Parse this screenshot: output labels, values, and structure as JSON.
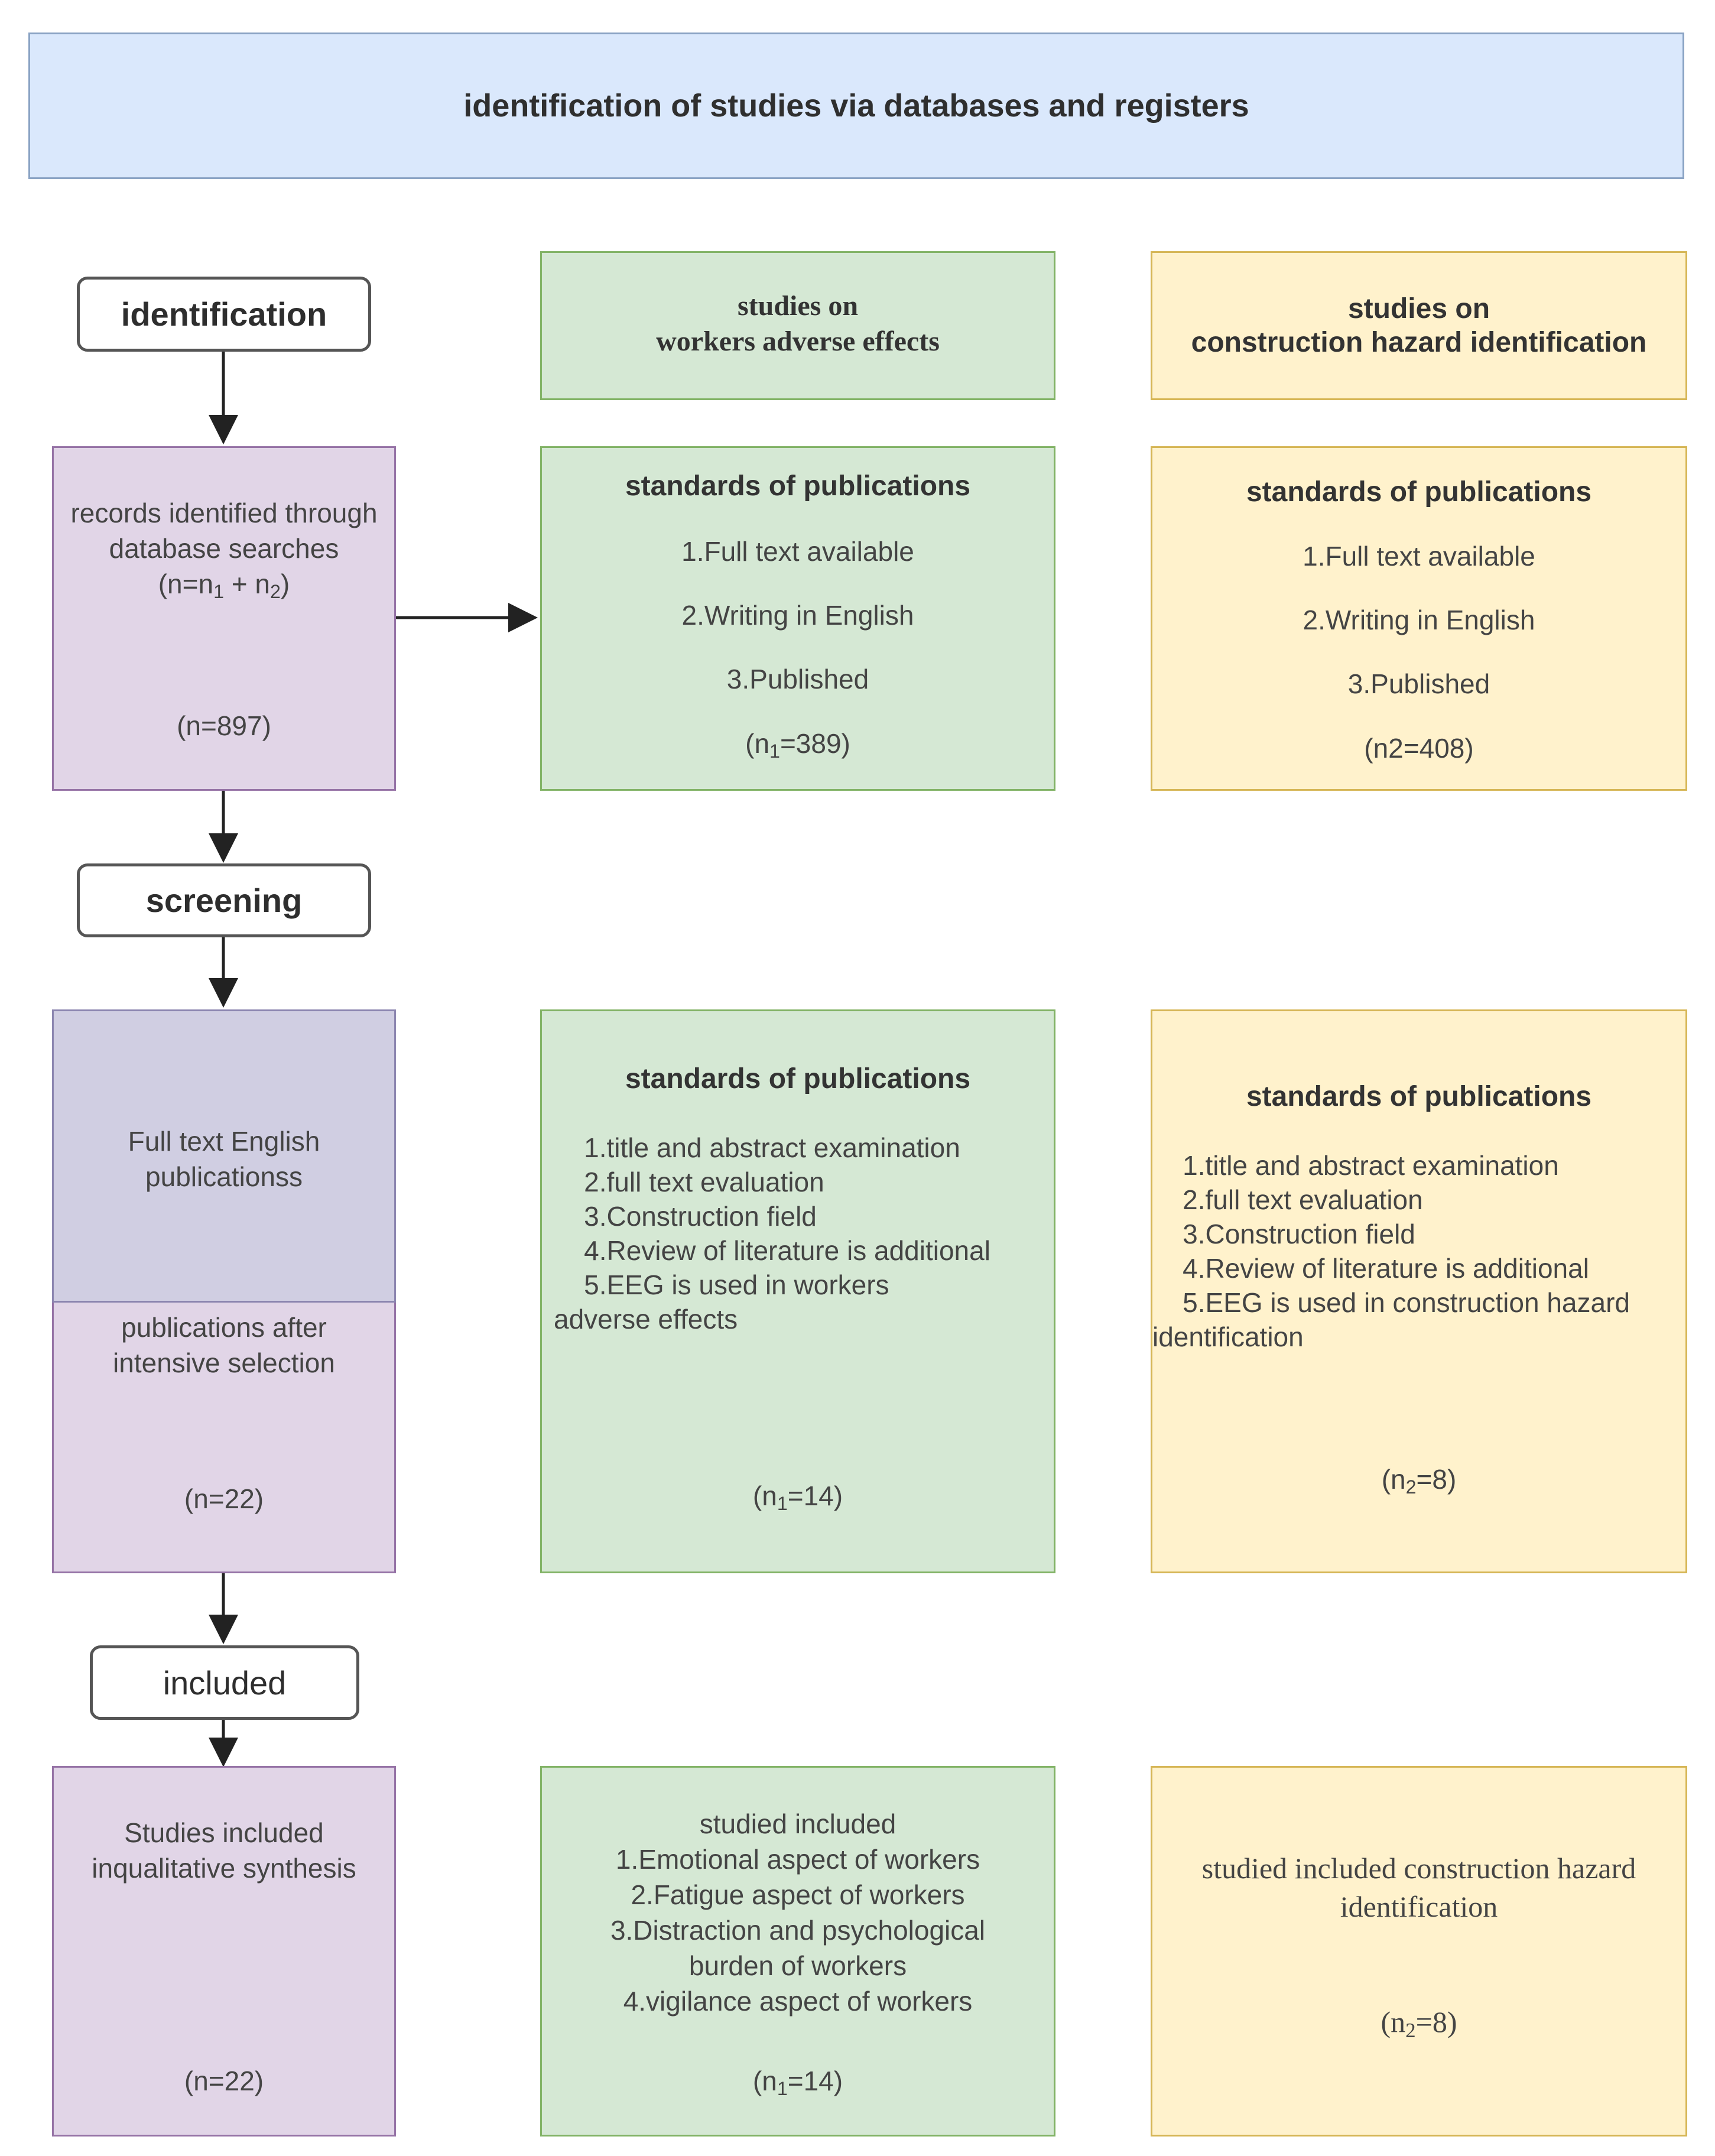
{
  "banner": {
    "title": "identification of studies via databases and registers"
  },
  "stages": {
    "identification": "identification",
    "screening": "screening",
    "included": "included"
  },
  "left": {
    "records": {
      "line1": "records identified through",
      "line2": "database searches",
      "formula_prefix": "(n=n",
      "formula_sub1": "1",
      "formula_mid": " + n",
      "formula_sub2": "2",
      "formula_suffix": ")",
      "count": "(n=897)"
    },
    "fulltext": {
      "line1": "Full text English",
      "line2": "publicationss"
    },
    "after": {
      "line1": "publications after",
      "line2": "intensive selection",
      "count": "(n=22)"
    },
    "synthesis": {
      "line1": "Studies included",
      "line2": "inqualitative synthesis",
      "count": "(n=22)"
    }
  },
  "green": {
    "header": {
      "line1": "studies on",
      "line2": "workers adverse effects"
    },
    "standards1": {
      "title": "standards of publications",
      "items": [
        "1.Full text available",
        "2.Writing in English",
        "3.Published"
      ],
      "count_prefix": "(n",
      "count_sub": "1",
      "count_suffix": "=389)"
    },
    "standards2": {
      "title": "standards of publications",
      "lines": [
        "    1.title and abstract examination",
        "    2.full text evaluation",
        "    3.Construction field",
        "    4.Review of literature is additional",
        "    5.EEG is used in workers",
        "adverse effects"
      ],
      "count_prefix": "(n",
      "count_sub": "1",
      "count_suffix": "=14)"
    },
    "included": {
      "lines": [
        "studied included",
        "1.Emotional aspect of workers",
        "2.Fatigue aspect of workers",
        "3.Distraction and psychological",
        "burden of workers",
        "4.vigilance aspect of workers"
      ],
      "count_prefix": "(n",
      "count_sub": "1",
      "count_suffix": "=14)"
    }
  },
  "yellow": {
    "header": {
      "line1": "studies on",
      "line2": "construction hazard identification"
    },
    "standards1": {
      "title": "standards of publications",
      "items": [
        "1.Full text available",
        "2.Writing in English",
        "3.Published"
      ],
      "count": "(n2=408)"
    },
    "standards2": {
      "title": "standards of publications",
      "lines": [
        "    1.title and abstract examination",
        "    2.full text evaluation",
        "    3.Construction field",
        "    4.Review of literature is additional",
        "    5.EEG is used in construction hazard",
        "identification"
      ],
      "count_prefix": "(n",
      "count_sub": "2",
      "count_suffix": "=8)"
    },
    "included": {
      "line1": "studied included construction hazard",
      "line2": "identification",
      "count_prefix": "(n",
      "count_sub": "2",
      "count_suffix": "=8)"
    }
  }
}
